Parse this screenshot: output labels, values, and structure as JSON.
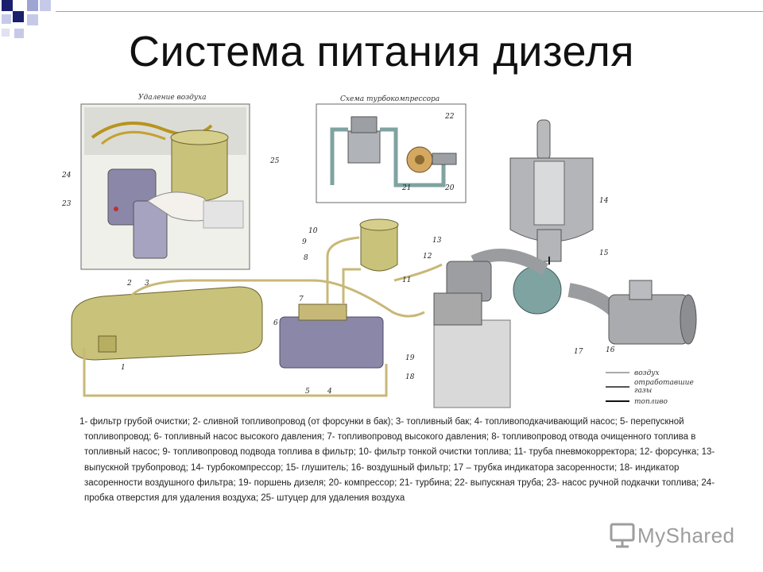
{
  "slide": {
    "title": "Система питания дизеля",
    "caption": "1- фильтр грубой очистки; 2- сливной топливопровод (от форсунки в бак); 3- топливный бак; 4- топливоподкачивающий насос; 5- перепускной топливопровод; 6- топливный насос высокого давления; 7- топливопровод высокого давления; 8- топливопровод отвода очищенного топлива в топливный насос; 9- топливопровод подвода топлива в фильтр; 10- фильтр тонкой очистки топлива; 11- труба пневмокорректора; 12- форсунка; 13- выпускной трубопровод; 14- турбокомпрессор; 15- глушитель; 16- воздушный фильтр; 17 – трубка индикатора засоренности; 18- индикатор засоренности воздушного фильтра; 19- поршень дизеля; 20- компрессор; 21- турбина; 22- выпускная труба; 23- насос ручной подкачки топлива; 24- пробка отверстия для удаления воздуха; 25- штуцер для удаления воздуха"
  },
  "figure": {
    "inset_left_title": "Удаление воздуха",
    "inset_right_title": "Схема турбокомпрессора",
    "legend": {
      "air": "воздух",
      "exhaust_line1": "отработавшие",
      "exhaust_line2": "газы",
      "fuel": "топливо"
    },
    "callouts": [
      "1",
      "2",
      "3",
      "4",
      "5",
      "6",
      "7",
      "8",
      "9",
      "10",
      "11",
      "12",
      "13",
      "14",
      "15",
      "16",
      "17",
      "18",
      "19",
      "20",
      "21",
      "22",
      "23",
      "24",
      "25"
    ],
    "colors": {
      "tank": "#c9c27a",
      "pump": "#8a87a8",
      "filter_metal": "#b0b4b8",
      "pipe": "#c8b878",
      "turbo": "#7fa3a0"
    }
  },
  "logo": {
    "text": "MyShared"
  }
}
